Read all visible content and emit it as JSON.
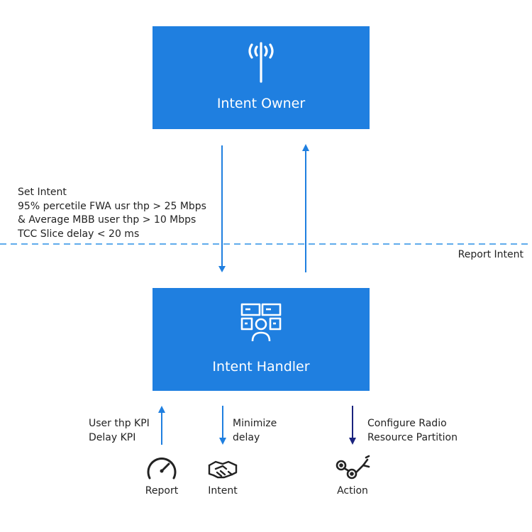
{
  "owner": {
    "title": "Intent Owner",
    "icon": "radio-antenna-icon"
  },
  "handler": {
    "title": "Intent Handler",
    "icon": "control-panel-person-icon"
  },
  "set_intent": {
    "lines": [
      "Set Intent",
      "95% percetile FWA usr thp > 25 Mbps",
      "& Average MBB user thp > 10 Mbps",
      "TCC Slice delay < 20 ms"
    ]
  },
  "report_intent": "Report Intent",
  "kpi": {
    "lines": [
      "User thp KPI",
      "Delay KPI"
    ]
  },
  "minimize": {
    "lines": [
      "Minimize",
      "delay"
    ]
  },
  "configure": {
    "lines": [
      "Configure Radio",
      "Resource Partition"
    ]
  },
  "bottom": {
    "report": {
      "label": "Report",
      "icon": "speedometer-icon"
    },
    "intent": {
      "label": "Intent",
      "icon": "handshake-icon"
    },
    "action": {
      "label": "Action",
      "icon": "robot-arm-icon"
    }
  },
  "colors": {
    "box": "#1f7fe0",
    "arrow": "#1f7fe0",
    "action_arrow": "#1a237e",
    "dash": "#2b8fe6"
  }
}
